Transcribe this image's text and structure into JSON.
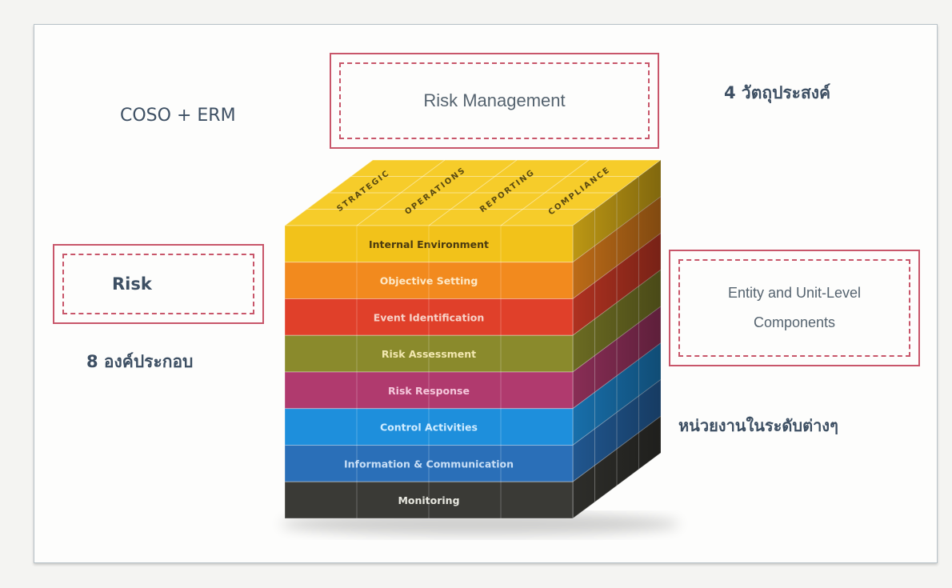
{
  "labels": {
    "coso": "COSO + ERM",
    "objectives_count": "4 วัตถุประสงค์",
    "components_count": "8 องค์ประกอบ",
    "unit_levels": "หน่วยงานในระดับต่างๆ"
  },
  "boxes": {
    "risk_management": "Risk Management",
    "risk": "Risk",
    "entity_line1": "Entity and Unit-Level",
    "entity_line2": "Components"
  },
  "cube": {
    "objectives": [
      "STRATEGIC",
      "OPERATIONS",
      "REPORTING",
      "COMPLIANCE"
    ],
    "components": [
      {
        "name": "Internal Environment",
        "color": "#f2c21a",
        "text": "#4a3a10"
      },
      {
        "name": "Objective Setting",
        "color": "#f28a1e",
        "text": "#fde9c8"
      },
      {
        "name": "Event Identification",
        "color": "#e0402a",
        "text": "#f7d2c8"
      },
      {
        "name": "Risk Assessment",
        "color": "#8a8a2c",
        "text": "#f3e8b0"
      },
      {
        "name": "Risk Response",
        "color": "#b03a6e",
        "text": "#f5c8dc"
      },
      {
        "name": "Control Activities",
        "color": "#1e8fdc",
        "text": "#d0ecff"
      },
      {
        "name": "Information & Communication",
        "color": "#2a6fb8",
        "text": "#c8def5"
      },
      {
        "name": "Monitoring",
        "color": "#3a3a36",
        "text": "#e8e8e0"
      }
    ]
  }
}
